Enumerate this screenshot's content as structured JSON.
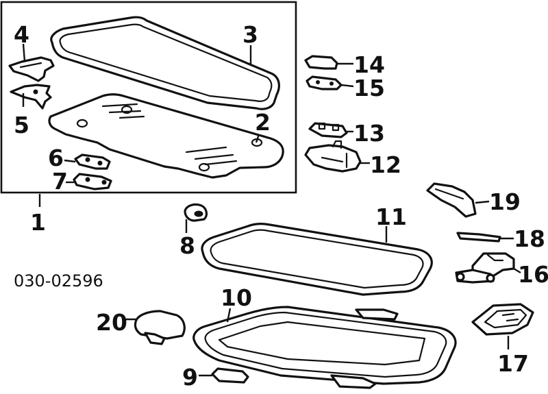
{
  "diagram": {
    "catalog_number": "030-02596",
    "callouts": {
      "p1": "1",
      "p2": "2",
      "p3": "3",
      "p4": "4",
      "p5": "5",
      "p6": "6",
      "p7": "7",
      "p8": "8",
      "p9": "9",
      "p10": "10",
      "p11": "11",
      "p12": "12",
      "p13": "13",
      "p14": "14",
      "p15": "15",
      "p16": "16",
      "p17": "17",
      "p18": "18",
      "p19": "19",
      "p20": "20"
    }
  }
}
